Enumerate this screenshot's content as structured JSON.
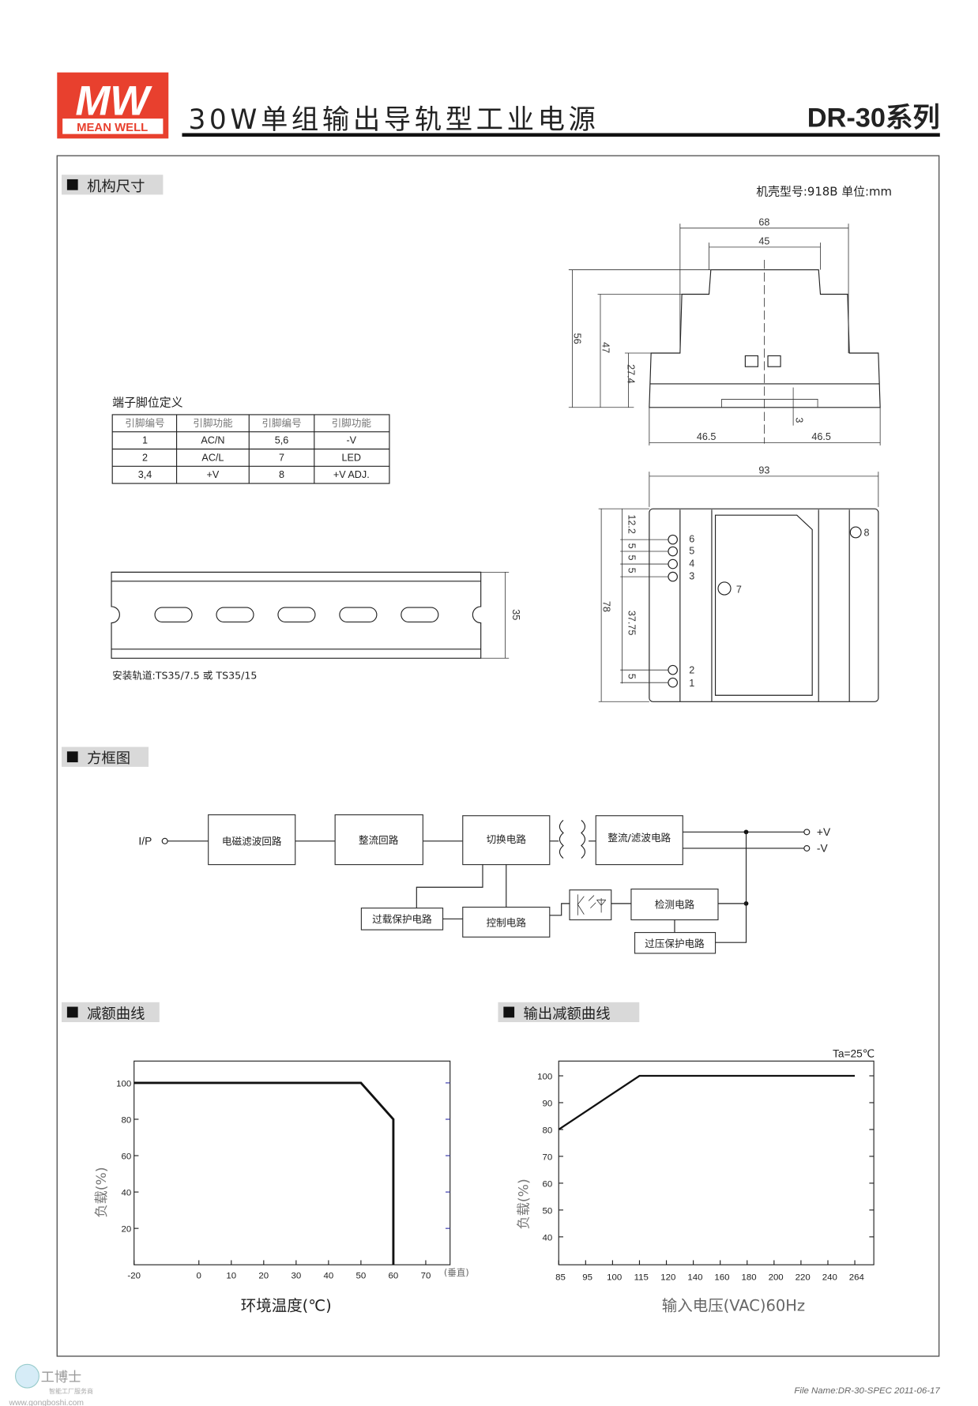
{
  "header": {
    "logo_text": "MW",
    "logo_brand": "MEAN WELL",
    "title": "30W单组输出导轨型工业电源",
    "series": "DR-30系列"
  },
  "colors": {
    "brand_red": "#e8402e",
    "section_gray": "#d9d9d9"
  },
  "mechanical": {
    "section_title": "机构尺寸",
    "case_info": "机壳型号:918B 单位:mm",
    "front_dims": {
      "w68": "68",
      "w45": "45",
      "h56": "56",
      "h47": "47",
      "h27": "27.4",
      "d3": "3",
      "l465": "46.5",
      "r465": "46.5"
    },
    "top_dims": {
      "w93": "93",
      "h78": "78",
      "d122": "12.2",
      "d5a": "5",
      "d5b": "5",
      "d5c": "5",
      "d3775": "37.75",
      "d5d": "5"
    },
    "pin_labels": [
      "6",
      "5",
      "4",
      "3",
      "2",
      "1",
      "7",
      "8"
    ],
    "pin_table": {
      "title": "端子脚位定义",
      "headers": [
        "引脚编号",
        "引脚功能",
        "引脚编号",
        "引脚功能"
      ],
      "rows": [
        [
          "1",
          "AC/N",
          "5,6",
          "-V"
        ],
        [
          "2",
          "AC/L",
          "7",
          "LED"
        ],
        [
          "3,4",
          "+V",
          "8",
          "+V ADJ."
        ]
      ]
    },
    "rail_dim": "35",
    "rail_note": "安装轨道:TS35/7.5 或 TS35/15"
  },
  "block_diagram": {
    "section_title": "方框图",
    "input_label": "I/P",
    "out_pos": "+V",
    "out_neg": "-V",
    "blocks": {
      "emi": "电磁滤波回路",
      "rect": "整流回路",
      "switch": "切换电路",
      "out_rect": "整流/滤波电路",
      "olp": "过载保护电路",
      "ctrl": "控制电路",
      "detect": "检测电路",
      "ovp": "过压保护电路"
    }
  },
  "chart_data": [
    {
      "type": "line",
      "section_title": "减额曲线",
      "title": "",
      "xlabel": "环境温度(℃)",
      "ylabel": "负载(%)",
      "x_ticks": [
        -20,
        0,
        10,
        20,
        30,
        40,
        50,
        60,
        70
      ],
      "x_tick_labels": [
        "-20",
        "0",
        "10",
        "20",
        "30",
        "40",
        "50",
        "60",
        "70"
      ],
      "x_extra_label": "(垂直)",
      "y_ticks": [
        20,
        40,
        60,
        80,
        100
      ],
      "y_tick_labels": [
        "20",
        "40",
        "60",
        "80",
        "100"
      ],
      "xlim": [
        -20,
        77.5
      ],
      "ylim": [
        0,
        112
      ],
      "series": [
        {
          "name": "load",
          "x": [
            -20,
            50,
            60,
            60
          ],
          "y": [
            100,
            100,
            80,
            0
          ]
        }
      ]
    },
    {
      "type": "line",
      "section_title": "输出减额曲线",
      "annotation": "Ta=25℃",
      "xlabel": "输入电压(VAC)60Hz",
      "ylabel": "负载(%)",
      "x_tick_labels": [
        "85",
        "95",
        "100",
        "115",
        "120",
        "140",
        "160",
        "180",
        "200",
        "220",
        "240",
        "264"
      ],
      "y_ticks": [
        40,
        50,
        60,
        70,
        80,
        90,
        100
      ],
      "y_tick_labels": [
        "40",
        "50",
        "60",
        "70",
        "80",
        "90",
        "100"
      ],
      "ylim": [
        29.6,
        105.5
      ],
      "series": [
        {
          "name": "load",
          "x": [
            "85",
            "115",
            "264"
          ],
          "y": [
            80,
            100,
            100
          ]
        }
      ]
    }
  ],
  "footer": {
    "watermark_name": "工博士",
    "watermark_sub": "智能工厂服务商",
    "watermark_url": "www.gongboshi.com",
    "file_info": "File Name:DR-30-SPEC   2011-06-17"
  }
}
